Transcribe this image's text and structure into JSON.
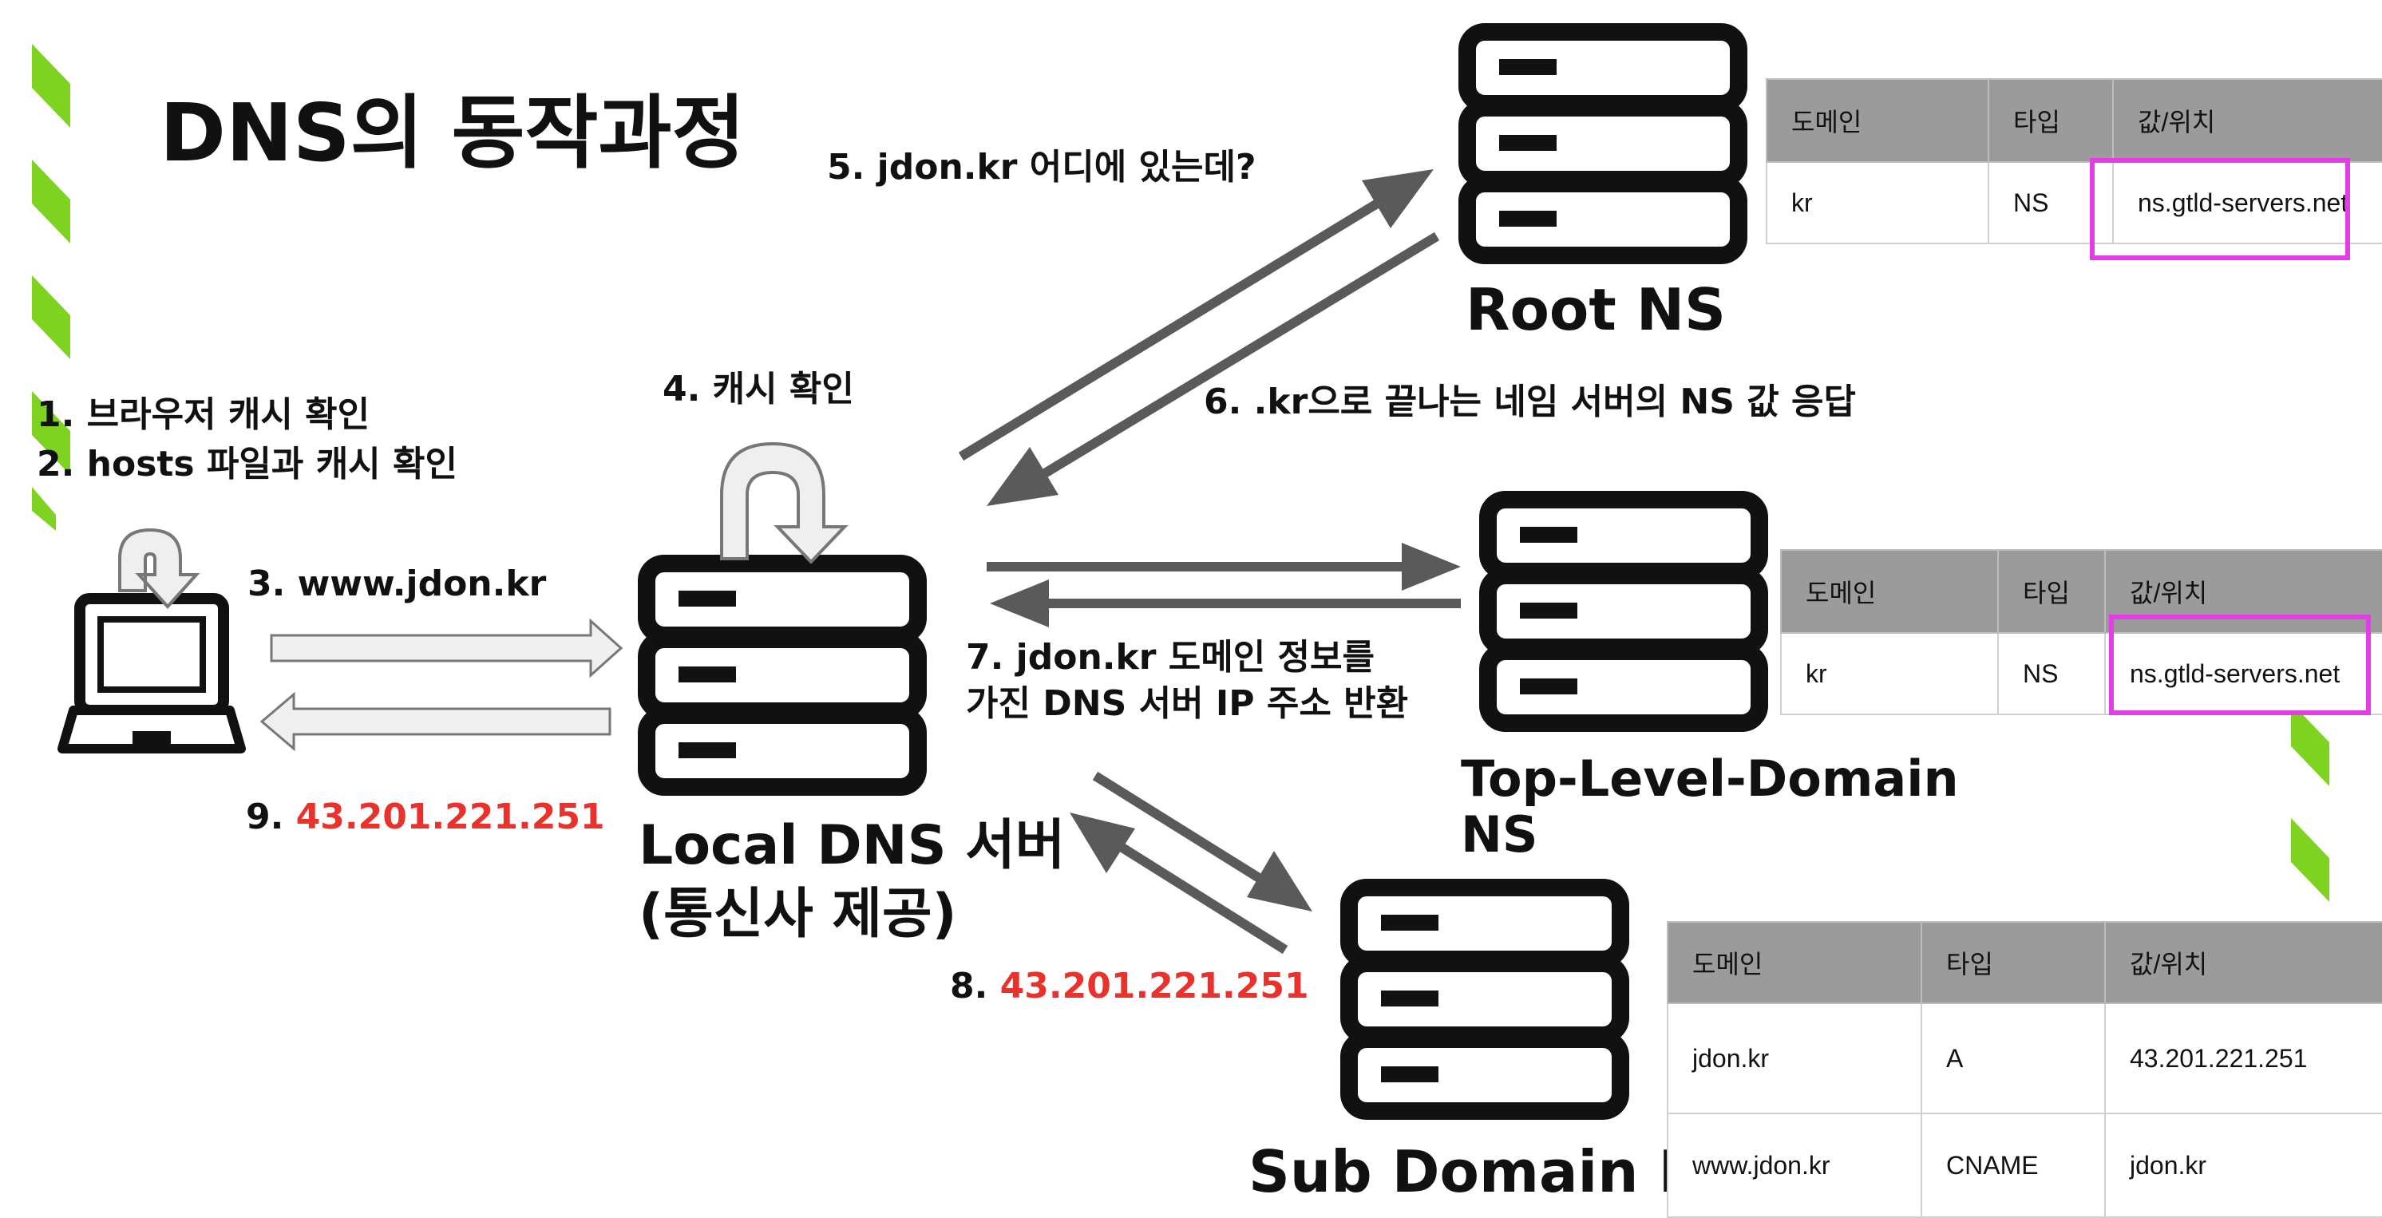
{
  "title": "DNS의 동작과정",
  "nodes": {
    "root": "Root NS",
    "tld_line1": "Top-Level-Domain",
    "tld_line2": "NS",
    "sub": "Sub Domain NS",
    "local_line1": "Local DNS 서버",
    "local_line2": "(통신사 제공)"
  },
  "steps": {
    "s1": "1. 브라우저 캐시 확인",
    "s2": "2. hosts 파일과 캐시 확인",
    "s3": "3. www.jdon.kr",
    "s4": "4. 캐시 확인",
    "s5": "5. jdon.kr 어디에 있는데?",
    "s6": "6. .kr으로 끝나는 네임 서버의 NS 값 응답",
    "s7_line1": "7. jdon.kr 도메인 정보를",
    "s7_line2": "가진 DNS 서버 IP 주소 반환",
    "s8_prefix": "8.",
    "s8_ip": "43.201.221.251",
    "s9_prefix": "9.",
    "s9_ip": "43.201.221.251"
  },
  "tables": {
    "root": {
      "headers": [
        "도메인",
        "타입",
        "값/위치"
      ],
      "rows": [
        [
          "kr",
          "NS",
          "ns.gtld-servers.net"
        ]
      ]
    },
    "tld": {
      "headers": [
        "도메인",
        "타입",
        "값/위치"
      ],
      "rows": [
        [
          "kr",
          "NS",
          "ns.gtld-servers.net"
        ]
      ]
    },
    "sub": {
      "headers": [
        "도메인",
        "타입",
        "값/위치"
      ],
      "rows": [
        [
          "jdon.kr",
          "A",
          "43.201.221.251"
        ],
        [
          "www.jdon.kr",
          "CNAME",
          "jdon.kr"
        ]
      ]
    }
  },
  "colors": {
    "highlight": "#e23ee8",
    "ip": "#e8322b",
    "arrow": "#5a5a5a",
    "stripe": "#7ed321",
    "table_header": "#9b9b9b"
  },
  "icons": [
    "server-stack-icon",
    "laptop-icon",
    "u-turn-arrow-icon"
  ]
}
